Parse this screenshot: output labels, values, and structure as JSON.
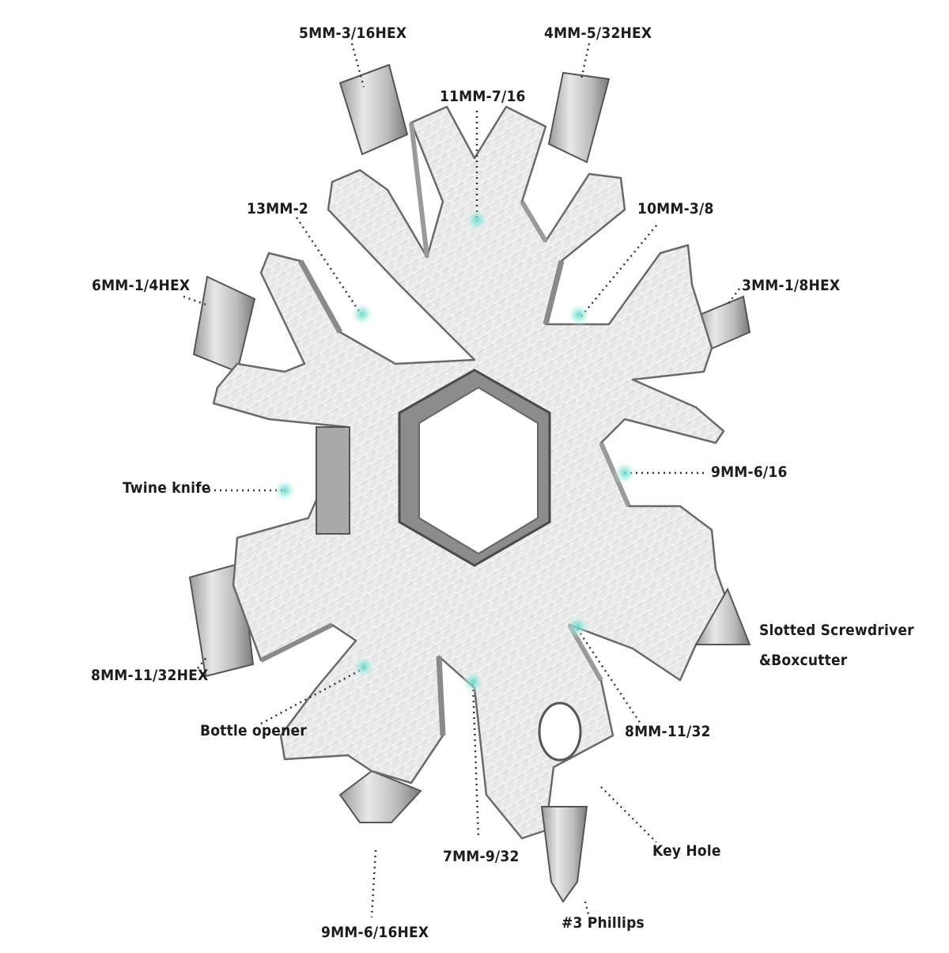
{
  "labels": {
    "hex_5mm": "5MM-3/16HEX",
    "hex_4mm": "4MM-5/32HEX",
    "wrench_11mm": "11MM-7/16",
    "wrench_13mm": "13MM-2",
    "wrench_10mm": "10MM-3/8",
    "hex_6mm": "6MM-1/4HEX",
    "hex_3mm": "3MM-1/8HEX",
    "twine_knife": "Twine knife",
    "wrench_9mm": "9MM-6/16",
    "screwdriver_line1": "Slotted Screwdriver",
    "screwdriver_line2": "&Boxcutter",
    "hex_8mm": "8MM-11/32HEX",
    "wrench_8mm": "8MM-11/32",
    "bottle_opener": "Bottle opener",
    "wrench_7mm": "7MM-9/32",
    "key_hole": "Key Hole",
    "hex_9mm": "9MM-6/16HEX",
    "phillips": "#3 Phillips"
  },
  "colors": {
    "metal_light": "#f4f4f4",
    "metal_mid": "#d9d9d9",
    "metal_dark": "#8a8a8a",
    "marker_glow": "#7fe0d6",
    "label_text": "#1c1c1c"
  }
}
